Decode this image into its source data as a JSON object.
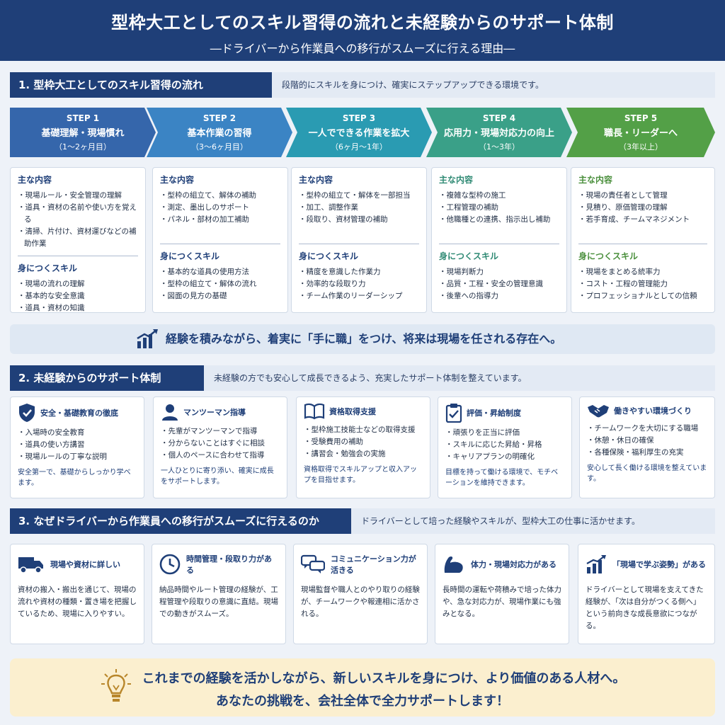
{
  "header": {
    "title": "型枠大工としてのスキル習得の流れと未経験からのサポート体制",
    "subtitle": "―ドライバーから作業員への移行がスムーズに行える理由―"
  },
  "section1": {
    "title": "1. 型枠大工としてのスキル習得の流れ",
    "desc": "段階的にスキルを身につけ、確実にステップアップできる環境です。",
    "steps": [
      {
        "label": "STEP 1",
        "name": "基礎理解・現場慣れ",
        "period": "（1〜2ヶ月目）",
        "color": "#3566ab"
      },
      {
        "label": "STEP 2",
        "name": "基本作業の習得",
        "period": "（3〜6ヶ月目）",
        "color": "#3b84c4"
      },
      {
        "label": "STEP 3",
        "name": "一人でできる作業を拡大",
        "period": "（6ヶ月〜1年）",
        "color": "#2a9bb2"
      },
      {
        "label": "STEP 4",
        "name": "応用力・現場対応力の向上",
        "period": "（1〜3年）",
        "color": "#3aa088"
      },
      {
        "label": "STEP 5",
        "name": "職長・リーダーへ",
        "period": "（3年以上）",
        "color": "#53a047"
      }
    ],
    "cards": [
      {
        "h1": "主な内容",
        "items1": [
          "現場ルール・安全管理の理解",
          "道具・資材の名前や使い方を覚える",
          "清掃、片付け、資材運びなどの補助作業"
        ],
        "h2": "身につくスキル",
        "items2": [
          "現場の流れの理解",
          "基本的な安全意識",
          "道具・資材の知識"
        ]
      },
      {
        "h1": "主な内容",
        "items1": [
          "型枠の組立て、解体の補助",
          "測定、墨出しのサポート",
          "パネル・部材の加工補助"
        ],
        "h2": "身につくスキル",
        "items2": [
          "基本的な道具の使用方法",
          "型枠の組立て・解体の流れ",
          "図面の見方の基礎"
        ]
      },
      {
        "h1": "主な内容",
        "items1": [
          "型枠の組立て・解体を一部担当",
          "加工、調整作業",
          "段取り、資材管理の補助"
        ],
        "h2": "身につくスキル",
        "items2": [
          "精度を意識した作業力",
          "効率的な段取り力",
          "チーム作業のリーダーシップ"
        ]
      },
      {
        "h1": "主な内容",
        "items1": [
          "複雑な型枠の施工",
          "工程管理の補助",
          "他職種との連携、指示出し補助"
        ],
        "h2": "身につくスキル",
        "items2": [
          "現場判断力",
          "品質・工程・安全の管理意識",
          "後輩への指導力"
        ]
      },
      {
        "h1": "主な内容",
        "items1": [
          "現場の責任者として管理",
          "見積り、原価管理の理解",
          "若手育成、チームマネジメント"
        ],
        "h2": "身につくスキル",
        "items2": [
          "現場をまとめる統率力",
          "コスト・工程の管理能力",
          "プロフェッショナルとしての信頼"
        ]
      }
    ],
    "banner": "経験を積みながら、着実に「手に職」をつけ、将来は現場を任される存在へ。"
  },
  "section2": {
    "title": "2. 未経験からのサポート体制",
    "desc": "未経験の方でも安心して成長できるよう、充実したサポート体制を整えています。",
    "cards": [
      {
        "icon": "shield-icon",
        "title": "安全・基礎教育の徹底",
        "items": [
          "入場時の安全教育",
          "道具の使い方講習",
          "現場ルールの丁寧な説明"
        ],
        "note": "安全第一で、基礎からしっかり学べます。"
      },
      {
        "icon": "person-icon",
        "title": "マンツーマン指導",
        "items": [
          "先輩がマンツーマンで指導",
          "分からないことはすぐに相談",
          "個人のペースに合わせて指導"
        ],
        "note": "一人ひとりに寄り添い、確実に成長をサポートします。"
      },
      {
        "icon": "book-icon",
        "title": "資格取得支援",
        "items": [
          "型枠施工技能士などの取得支援",
          "受験費用の補助",
          "講習会・勉強会の実施"
        ],
        "note": "資格取得でスキルアップと収入アップを目指せます。"
      },
      {
        "icon": "clipboard-icon",
        "title": "評価・昇給制度",
        "items": [
          "頑張りを正当に評価",
          "スキルに応じた昇給・昇格",
          "キャリアプランの明確化"
        ],
        "note": "目標を持って働ける環境で、モチベーションを維持できます。"
      },
      {
        "icon": "handshake-icon",
        "title": "働きやすい環境づくり",
        "items": [
          "チームワークを大切にする職場",
          "休憩・休日の確保",
          "各種保険・福利厚生の充実"
        ],
        "note": "安心して長く働ける環境を整えています。"
      }
    ]
  },
  "section3": {
    "title": "3. なぜドライバーから作業員への移行がスムーズに行えるのか",
    "desc": "ドライバーとして培った経験やスキルが、型枠大工の仕事に活かせます。",
    "cards": [
      {
        "icon": "truck-icon",
        "title": "現場や資材に詳しい",
        "text": "資材の搬入・搬出を通じて、現場の流れや資材の種類・置き場を把握しているため、現場に入りやすい。"
      },
      {
        "icon": "clock-icon",
        "title": "時間管理・段取り力がある",
        "text": "納品時間やルート管理の経験が、工程管理や段取りの意識に直結。現場での動きがスムーズ。"
      },
      {
        "icon": "chat-icon",
        "title": "コミュニケーション力が活きる",
        "text": "現場監督や職人とのやり取りの経験が、チームワークや報連相に活かされる。"
      },
      {
        "icon": "muscle-icon",
        "title": "体力・現場対応力がある",
        "text": "長時間の運転や荷積みで培った体力や、急な対応力が、現場作業にも強みとなる。"
      },
      {
        "icon": "growth-chart-icon",
        "title": "「現場で学ぶ姿勢」がある",
        "text": "ドライバーとして現場を支えてきた経験が、「次は自分がつくる側へ」という前向きな成長意欲につながる。"
      }
    ]
  },
  "footer": {
    "line1": "これまでの経験を活かしながら、新しいスキルを身につけ、より価値のある人材へ。",
    "line2": "あなたの挑戦を、会社全体で全力サポートします！"
  },
  "colors": {
    "navy": "#1f3f78",
    "step_green": "#53a047"
  }
}
